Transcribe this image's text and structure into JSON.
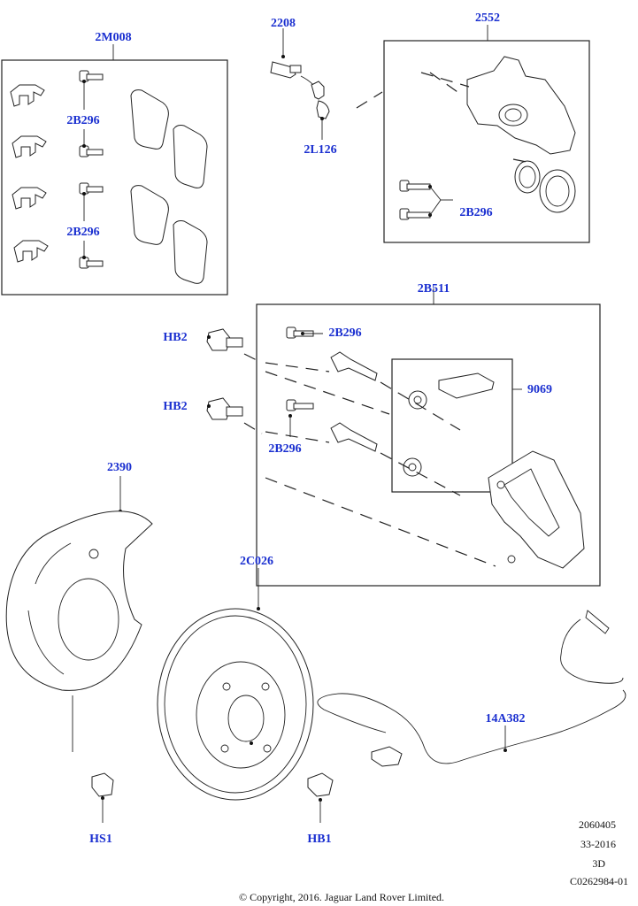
{
  "callouts": {
    "c_2M008": "2M008",
    "c_2B296_a": "2B296",
    "c_2B296_b": "2B296",
    "c_2208": "2208",
    "c_2L126": "2L126",
    "c_2552": "2552",
    "c_2B296_c": "2B296",
    "c_2B511": "2B511",
    "c_HB2_a": "HB2",
    "c_HB2_b": "HB2",
    "c_2B296_d": "2B296",
    "c_2B296_e": "2B296",
    "c_9069": "9069",
    "c_2390": "2390",
    "c_2C026": "2C026",
    "c_14A382": "14A382",
    "c_HS1": "HS1",
    "c_HB1": "HB1"
  },
  "meta": {
    "line1": "2060405",
    "line2": "33-2016",
    "line3": "3D",
    "line4": "C0262984-01"
  },
  "copyright": "© Copyright, 2016. Jaguar Land Rover Limited.",
  "colors": {
    "callout": "#1a2fd0",
    "line": "#222222"
  }
}
